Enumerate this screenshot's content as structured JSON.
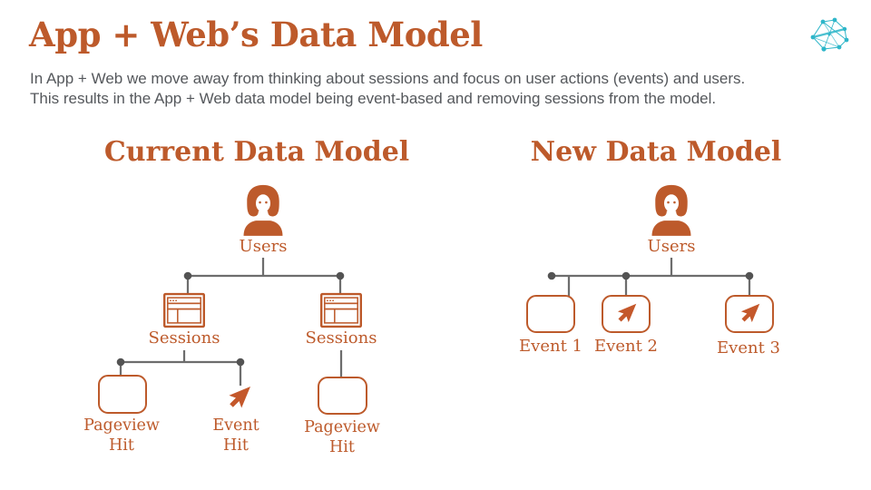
{
  "slide": {
    "title": "App + Web’s Data Model",
    "description": {
      "line1": "In App + Web we move away from thinking about sessions and focus on user actions (events) and users.",
      "line2": "This results in the App + Web data model being event-based and removing sessions from the model."
    },
    "logo_icon": "network-graph-icon",
    "colors": {
      "accent_orange": "#bd5a2b",
      "body_text_gray": "#55585c",
      "connector_gray": "#6d6d6d",
      "connector_dot_gray": "#535353",
      "logo_teal": "#2eb6c9"
    }
  },
  "current_model": {
    "heading": "Current Data Model",
    "root": {
      "label": "Users",
      "icon": "person-user-icon"
    },
    "sessions": [
      {
        "label": "Sessions",
        "icon": "browser-window-icon"
      },
      {
        "label": "Sessions",
        "icon": "browser-window-icon"
      }
    ],
    "leaves": [
      {
        "line1": "Pageview",
        "line2": "Hit",
        "icon": "rounded-box-icon"
      },
      {
        "line1": "Event",
        "line2": "Hit",
        "icon": "cursor-arrow-icon"
      },
      {
        "line1": "Pageview",
        "line2": "Hit",
        "icon": "rounded-box-icon"
      }
    ]
  },
  "new_model": {
    "heading": "New Data Model",
    "root": {
      "label": "Users",
      "icon": "person-user-icon"
    },
    "events": [
      {
        "label": "Event 1",
        "icon": "rounded-box-icon"
      },
      {
        "label": "Event 2",
        "icon": "rounded-box-with-cursor-arrow-icon"
      },
      {
        "label": "Event 3",
        "icon": "rounded-box-with-cursor-arrow-icon"
      }
    ]
  }
}
